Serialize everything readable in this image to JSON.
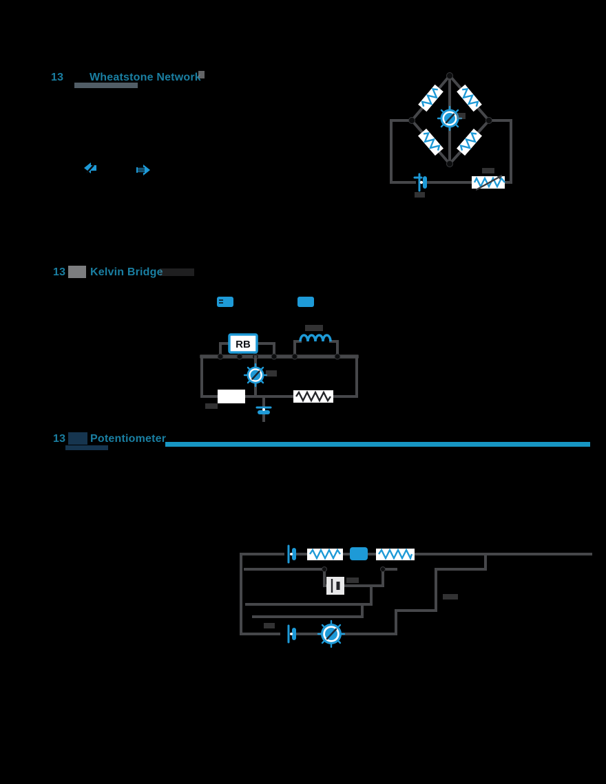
{
  "document": {
    "sections": [
      {
        "number": "13",
        "title": "Wheatstone Network"
      },
      {
        "number": "13",
        "title": "Kelvin Bridge"
      },
      {
        "number": "13",
        "title": "Potentiometer"
      }
    ]
  },
  "labels": {
    "kelvin_standard_resistor": "RB"
  },
  "icons": {
    "inline_left": "inline-arrow-left-icon",
    "inline_right": "inline-arrow-right-icon",
    "galvanometer": "galvanometer-icon",
    "battery": "battery-icon",
    "resistor": "resistor-icon",
    "rheostat": "rheostat-icon",
    "coil": "coil-icon",
    "standard_cell": "standard-cell-icon"
  },
  "colors": {
    "page_bg": "#000000",
    "heading_teal": "#1a7fa2",
    "rule_teal": "#1796c3",
    "circuit_blue": "#1e9ad7",
    "wire_gray": "#46474a",
    "wire_light_gray": "#6e6f71",
    "artifact_gray": "#7c7d7f",
    "artifact_navy": "#16354f",
    "number_underline_gray": "#5f6d78"
  }
}
